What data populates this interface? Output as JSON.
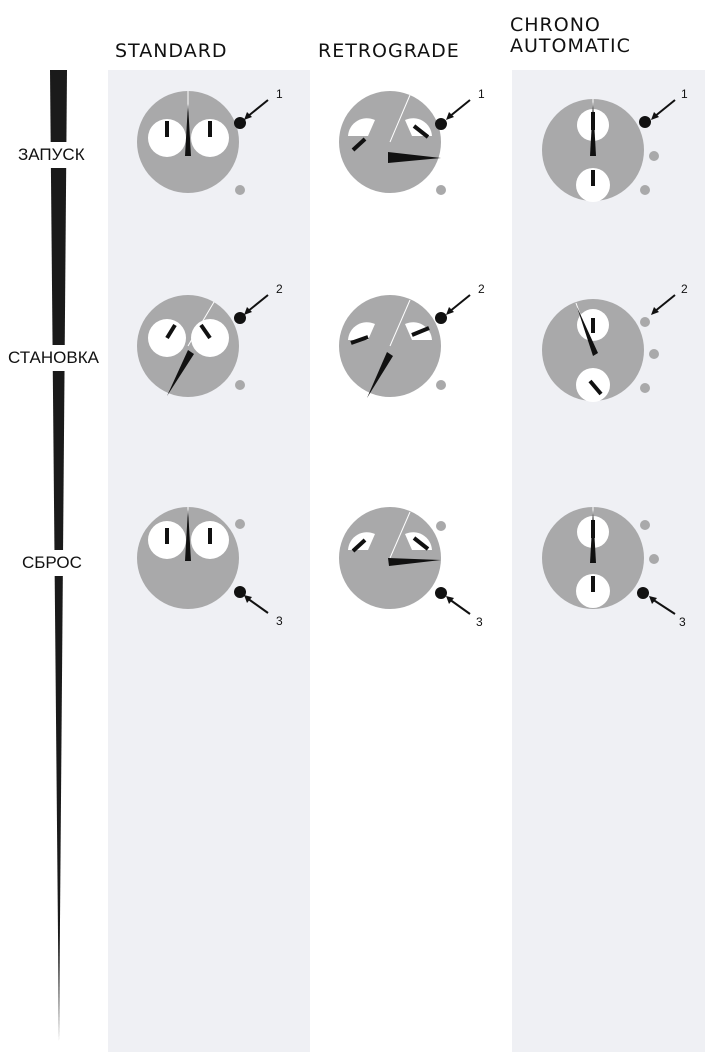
{
  "columns": [
    {
      "title_lines": [
        "STANDARD"
      ]
    },
    {
      "title_lines": [
        "RETROGRADE"
      ]
    },
    {
      "title_lines": [
        "CHRONO",
        "AUTOMATIC"
      ]
    }
  ],
  "rows": [
    {
      "label": "ЗАПУСК",
      "callout": "1"
    },
    {
      "label": "СТАНОВКА",
      "callout": "2"
    },
    {
      "label": "СБРОС",
      "callout": "3"
    }
  ],
  "colors": {
    "panel": "#eff0f4",
    "dial": "#a9a9aa",
    "subdial": "#ffffff",
    "hand": "#111111",
    "button_active": "#111111",
    "button_inactive": "#a9a9aa",
    "timeline": "#1a1a1a"
  }
}
